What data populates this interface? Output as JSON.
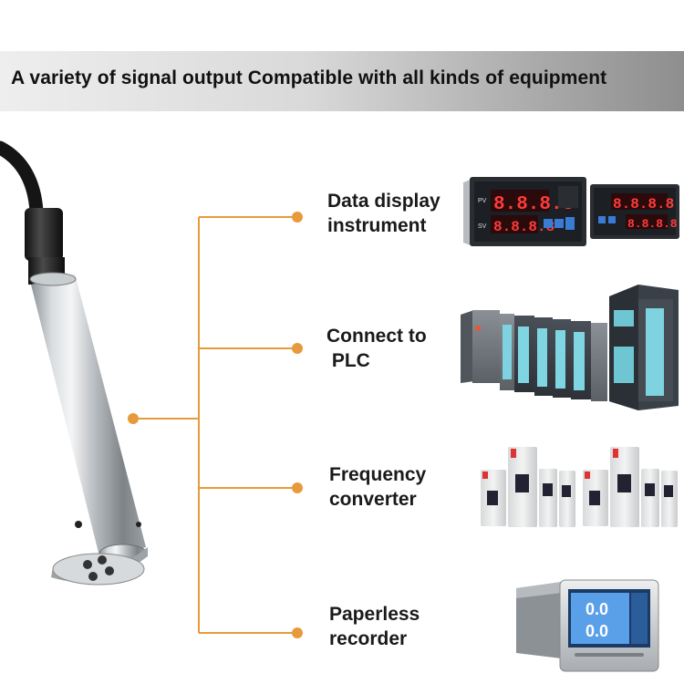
{
  "banner": {
    "title": "A variety of signal output Compatible with all kinds of equipment"
  },
  "outputs": [
    {
      "line1": "Data display",
      "line2": "instrument"
    },
    {
      "line1": "Connect to",
      "line2": " PLC"
    },
    {
      "line1": "Frequency",
      "line2": "converter"
    },
    {
      "line1": "Paperless",
      "line2": "recorder"
    }
  ],
  "display_instrument": {
    "left_readout_top": "8.8.8.8",
    "left_readout_bottom": "8.8.8.8",
    "right_readout_top": "8.8.8.8",
    "right_readout_bottom": "8.8.8.8",
    "pv_label": "PV",
    "sv_label": "SV"
  },
  "recorder": {
    "value_top": "0.0",
    "value_bottom": "0.0"
  },
  "colors": {
    "accent": "#e79a3c",
    "led": "#ff3b3b",
    "recorder_screen": "#5aa0e8"
  }
}
